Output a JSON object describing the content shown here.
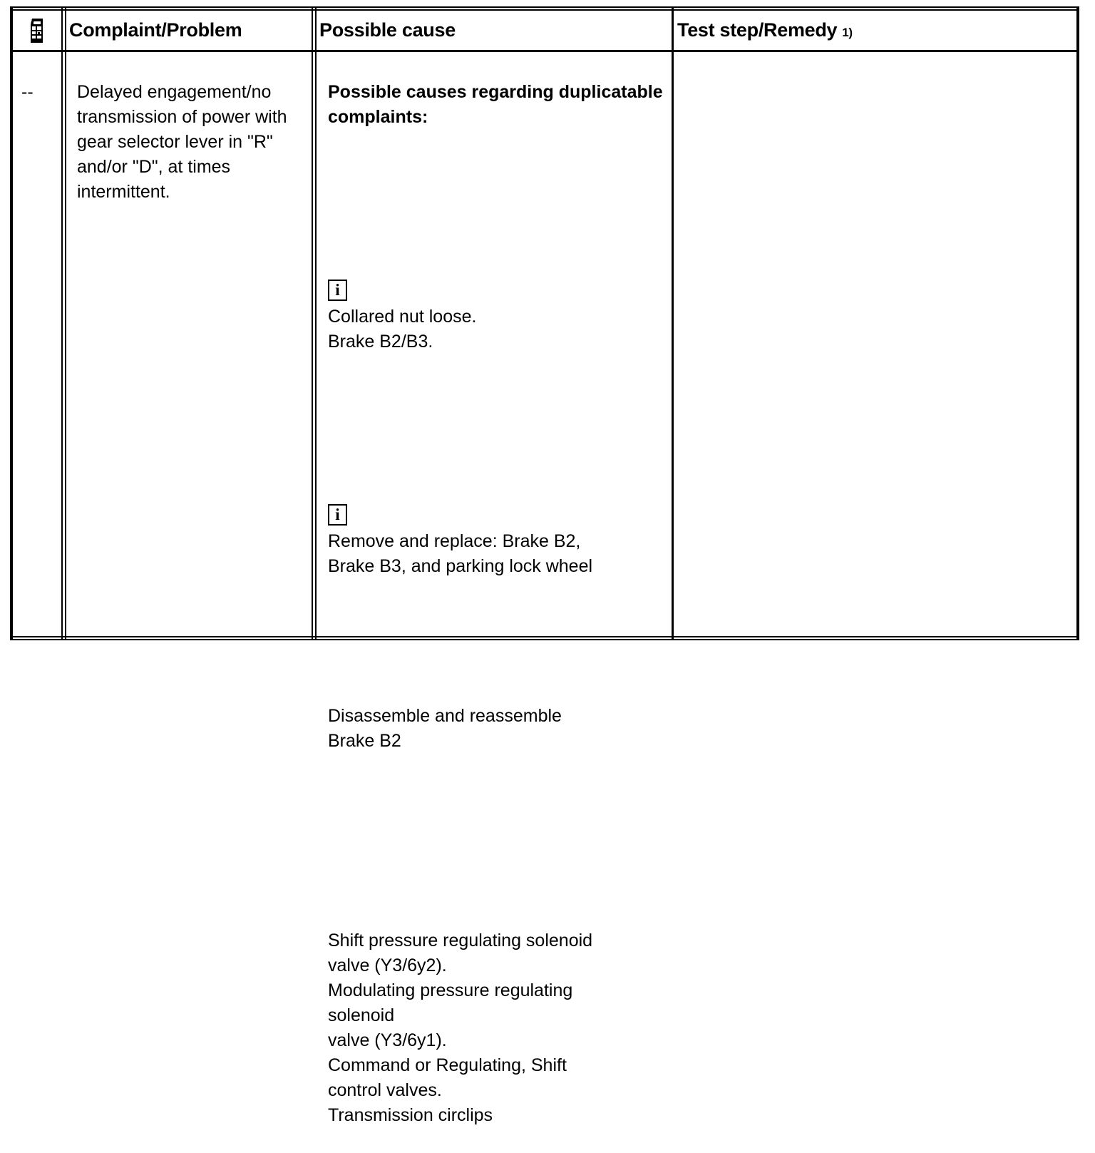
{
  "table": {
    "header": {
      "icon_label": "scanner-device-icon",
      "columns": [
        {
          "key": "id",
          "label": ""
        },
        {
          "key": "complaint",
          "label": "Complaint/Problem"
        },
        {
          "key": "cause",
          "label": "Possible cause"
        },
        {
          "key": "remedy",
          "label": "Test step/Remedy",
          "superscript": "1)"
        }
      ]
    },
    "row": {
      "id": "--",
      "complaint": "Delayed engagement/no transmission of power with gear selector lever in \"R\" and/or \"D\", at times intermittent.",
      "cause": {
        "heading": "Possible causes regarding duplicatable complaints:",
        "blocks": [
          {
            "icon": "info-icon",
            "icon_glyph": "i",
            "text": "Collared nut loose.\nBrake B2/B3."
          },
          {
            "icon": "info-icon",
            "icon_glyph": "i",
            "text": "Remove and replace: Brake B2,\nBrake B3, and parking lock wheel"
          },
          {
            "icon": null,
            "text": "Disassemble and reassemble\nBrake B2"
          },
          {
            "icon": null,
            "text": "Shift pressure regulating solenoid\nvalve (Y3/6y2).\nModulating pressure regulating\nsolenoid\nvalve (Y3/6y1).\nCommand or Regulating, Shift\ncontrol valves.\nTransmission circlips"
          }
        ]
      },
      "remedy": ""
    }
  },
  "colors": {
    "border": "#000000",
    "background": "#ffffff",
    "text": "#000000"
  }
}
